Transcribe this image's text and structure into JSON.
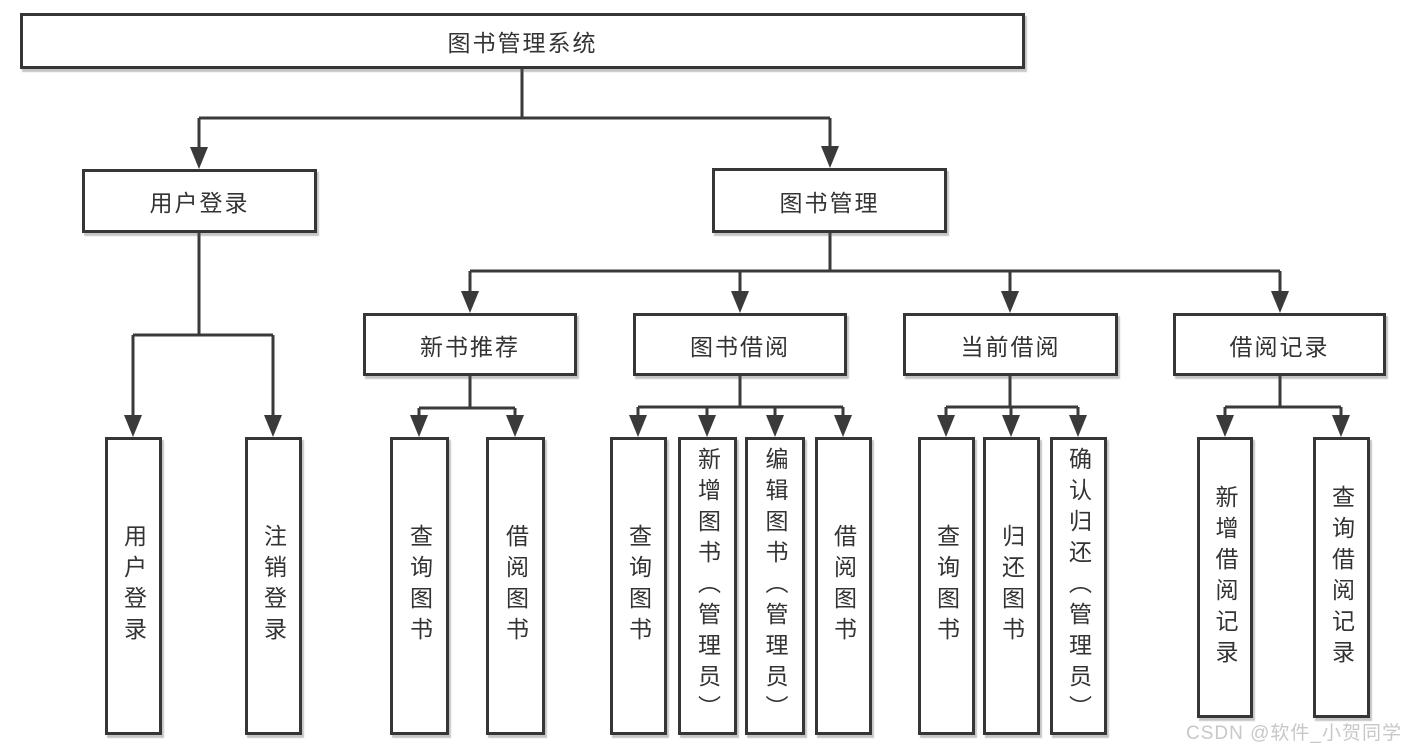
{
  "diagram": {
    "title": "图书管理系统",
    "nodes": {
      "root": {
        "label": "图书管理系统"
      },
      "user_login": {
        "label": "用户登录"
      },
      "book_mgmt": {
        "label": "图书管理"
      },
      "new_books": {
        "label": "新书推荐"
      },
      "book_borrow": {
        "label": "图书借阅"
      },
      "current_borrow": {
        "label": "当前借阅"
      },
      "borrow_records": {
        "label": "借阅记录"
      },
      "leaf_user_login": {
        "label": "用户登录"
      },
      "leaf_logout": {
        "label": "注销登录"
      },
      "leaf_nb_query": {
        "label": "查询图书"
      },
      "leaf_nb_borrow": {
        "label": "借阅图书"
      },
      "leaf_bb_query": {
        "label": "查询图书"
      },
      "leaf_bb_add": {
        "label": "新增图书（管理员）"
      },
      "leaf_bb_edit": {
        "label": "编辑图书（管理员）"
      },
      "leaf_bb_borrow": {
        "label": "借阅图书"
      },
      "leaf_cb_query": {
        "label": "查询图书"
      },
      "leaf_cb_return": {
        "label": "归还图书"
      },
      "leaf_cb_confirm": {
        "label": "确认归还（管理员）"
      },
      "leaf_br_add": {
        "label": "新增借阅记录"
      },
      "leaf_br_query": {
        "label": "查询借阅记录"
      }
    },
    "edges": [
      [
        "root",
        "user_login"
      ],
      [
        "root",
        "book_mgmt"
      ],
      [
        "user_login",
        "leaf_user_login"
      ],
      [
        "user_login",
        "leaf_logout"
      ],
      [
        "book_mgmt",
        "new_books"
      ],
      [
        "book_mgmt",
        "book_borrow"
      ],
      [
        "book_mgmt",
        "current_borrow"
      ],
      [
        "book_mgmt",
        "borrow_records"
      ],
      [
        "new_books",
        "leaf_nb_query"
      ],
      [
        "new_books",
        "leaf_nb_borrow"
      ],
      [
        "book_borrow",
        "leaf_bb_query"
      ],
      [
        "book_borrow",
        "leaf_bb_add"
      ],
      [
        "book_borrow",
        "leaf_bb_edit"
      ],
      [
        "book_borrow",
        "leaf_bb_borrow"
      ],
      [
        "current_borrow",
        "leaf_cb_query"
      ],
      [
        "current_borrow",
        "leaf_cb_return"
      ],
      [
        "current_borrow",
        "leaf_cb_confirm"
      ],
      [
        "borrow_records",
        "leaf_br_add"
      ],
      [
        "borrow_records",
        "leaf_br_query"
      ]
    ]
  },
  "watermark": {
    "text": "CSDN @软件_小贺同学"
  },
  "colors": {
    "box_border": "#363636",
    "connector": "#3a3a3a",
    "text": "#333333",
    "watermark_text": "#c8c8c8",
    "background": "#ffffff"
  }
}
